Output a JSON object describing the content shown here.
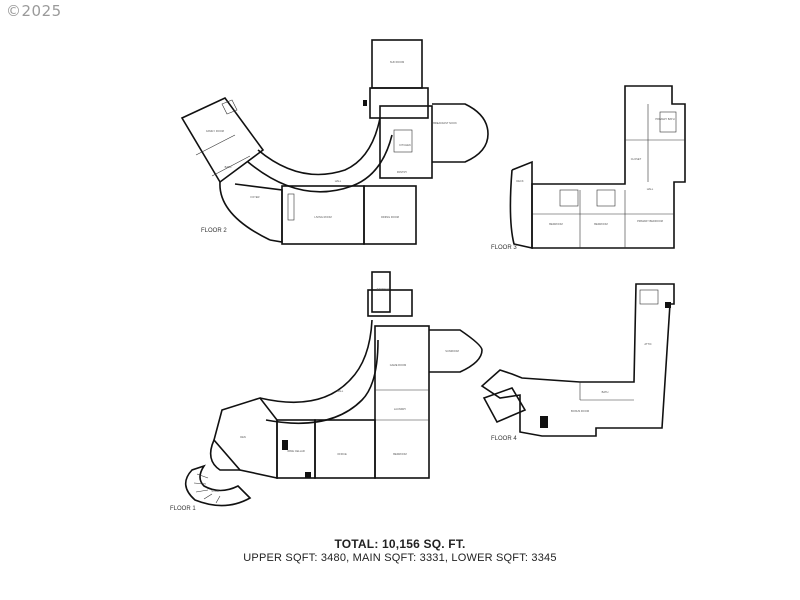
{
  "watermark": "©2025",
  "totals": {
    "total": "TOTAL: 10,156 SQ. FT.",
    "breakdown": "UPPER SQFT: 3480, MAIN SQFT: 3331, LOWER SQFT: 3345"
  },
  "floors": {
    "floor1": "FLOOR 1",
    "floor2": "FLOOR 2",
    "floor3": "FLOOR 3",
    "floor4": "FLOOR 4"
  }
}
